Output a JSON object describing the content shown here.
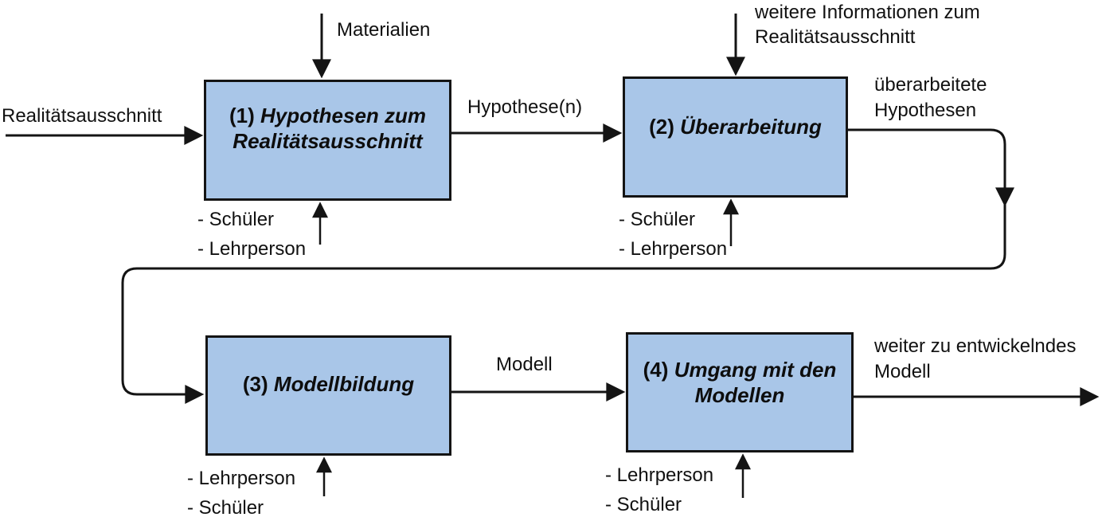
{
  "colors": {
    "box_fill": "#a9c6e8",
    "box_border": "#141414",
    "line": "#141414",
    "text": "#111111"
  },
  "boxes": [
    {
      "number": "(1)",
      "title": "Hypothesen zum Realitätsausschnitt"
    },
    {
      "number": "(2)",
      "title": "Überarbeitung"
    },
    {
      "number": "(3)",
      "title": "Modellbildung"
    },
    {
      "number": "(4)",
      "title": "Umgang mit den Modellen"
    }
  ],
  "labels": {
    "input": "Realitätsausschnitt",
    "materials": "Materialien",
    "hypotheses": "Hypothese(n)",
    "further_info": "weitere Informationen zum\nRealitätsausschnitt",
    "revised_hypotheses": "überarbeitete\nHypothesen",
    "model": "Modell",
    "output": "weiter zu entwickelndes\nModell"
  },
  "participants": {
    "box1": [
      "- Schüler",
      "- Lehrperson"
    ],
    "box2": [
      "- Schüler",
      "- Lehrperson"
    ],
    "box3": [
      "- Lehrperson",
      "- Schüler"
    ],
    "box4": [
      "- Lehrperson",
      "- Schüler"
    ]
  },
  "flow": [
    {
      "from": "start",
      "to": "box1",
      "label": "Realitätsausschnitt"
    },
    {
      "from": "materials",
      "to": "box1",
      "label": "Materialien"
    },
    {
      "from": "box1",
      "to": "box2",
      "label": "Hypothese(n)"
    },
    {
      "from": "further_info",
      "to": "box2",
      "label": "weitere Informationen zum Realitätsausschnitt"
    },
    {
      "from": "box2",
      "to": "box3",
      "label": "überarbeitete Hypothesen"
    },
    {
      "from": "box3",
      "to": "box4",
      "label": "Modell"
    },
    {
      "from": "box4",
      "to": "end",
      "label": "weiter zu entwickelndes Modell"
    },
    {
      "from": "participants",
      "to": "box1",
      "label": "- Schüler / - Lehrperson"
    },
    {
      "from": "participants",
      "to": "box2",
      "label": "- Schüler / - Lehrperson"
    },
    {
      "from": "participants",
      "to": "box3",
      "label": "- Lehrperson / - Schüler"
    },
    {
      "from": "participants",
      "to": "box4",
      "label": "- Lehrperson / - Schüler"
    }
  ]
}
